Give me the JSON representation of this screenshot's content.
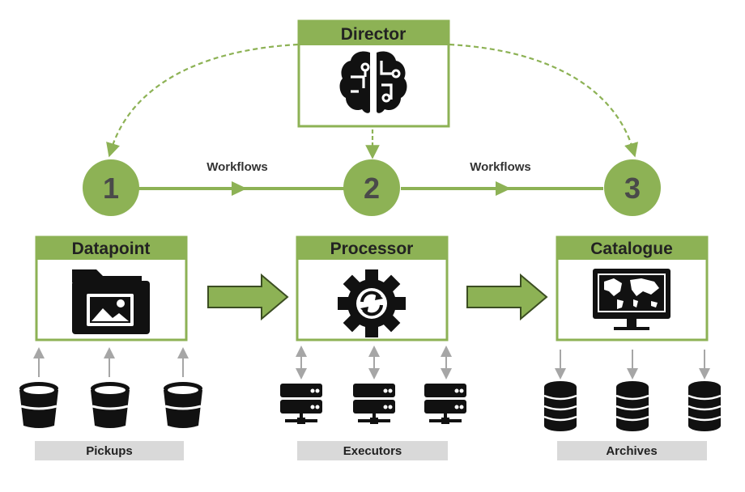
{
  "colors": {
    "green": "#8db255",
    "green_dark": "#5d7f2f",
    "circle_text": "#4a4a4a",
    "label_bar": "#d9d9d9",
    "arrow_gray": "#a6a6a6"
  },
  "director": {
    "title": "Director",
    "icon": "brain-circuit-icon"
  },
  "steps": [
    {
      "number": "1"
    },
    {
      "number": "2"
    },
    {
      "number": "3"
    }
  ],
  "flow_labels": [
    "Workflows",
    "Workflows"
  ],
  "boxes": [
    {
      "title": "Datapoint",
      "icon": "folder-image-icon"
    },
    {
      "title": "Processor",
      "icon": "gear-sync-icon"
    },
    {
      "title": "Catalogue",
      "icon": "monitor-world-map-icon"
    }
  ],
  "groups": [
    {
      "label": "Pickups",
      "icon": "bucket-icon",
      "arrow_direction": "up"
    },
    {
      "label": "Executors",
      "icon": "server-network-icon",
      "arrow_direction": "both"
    },
    {
      "label": "Archives",
      "icon": "database-icon",
      "arrow_direction": "down"
    }
  ]
}
